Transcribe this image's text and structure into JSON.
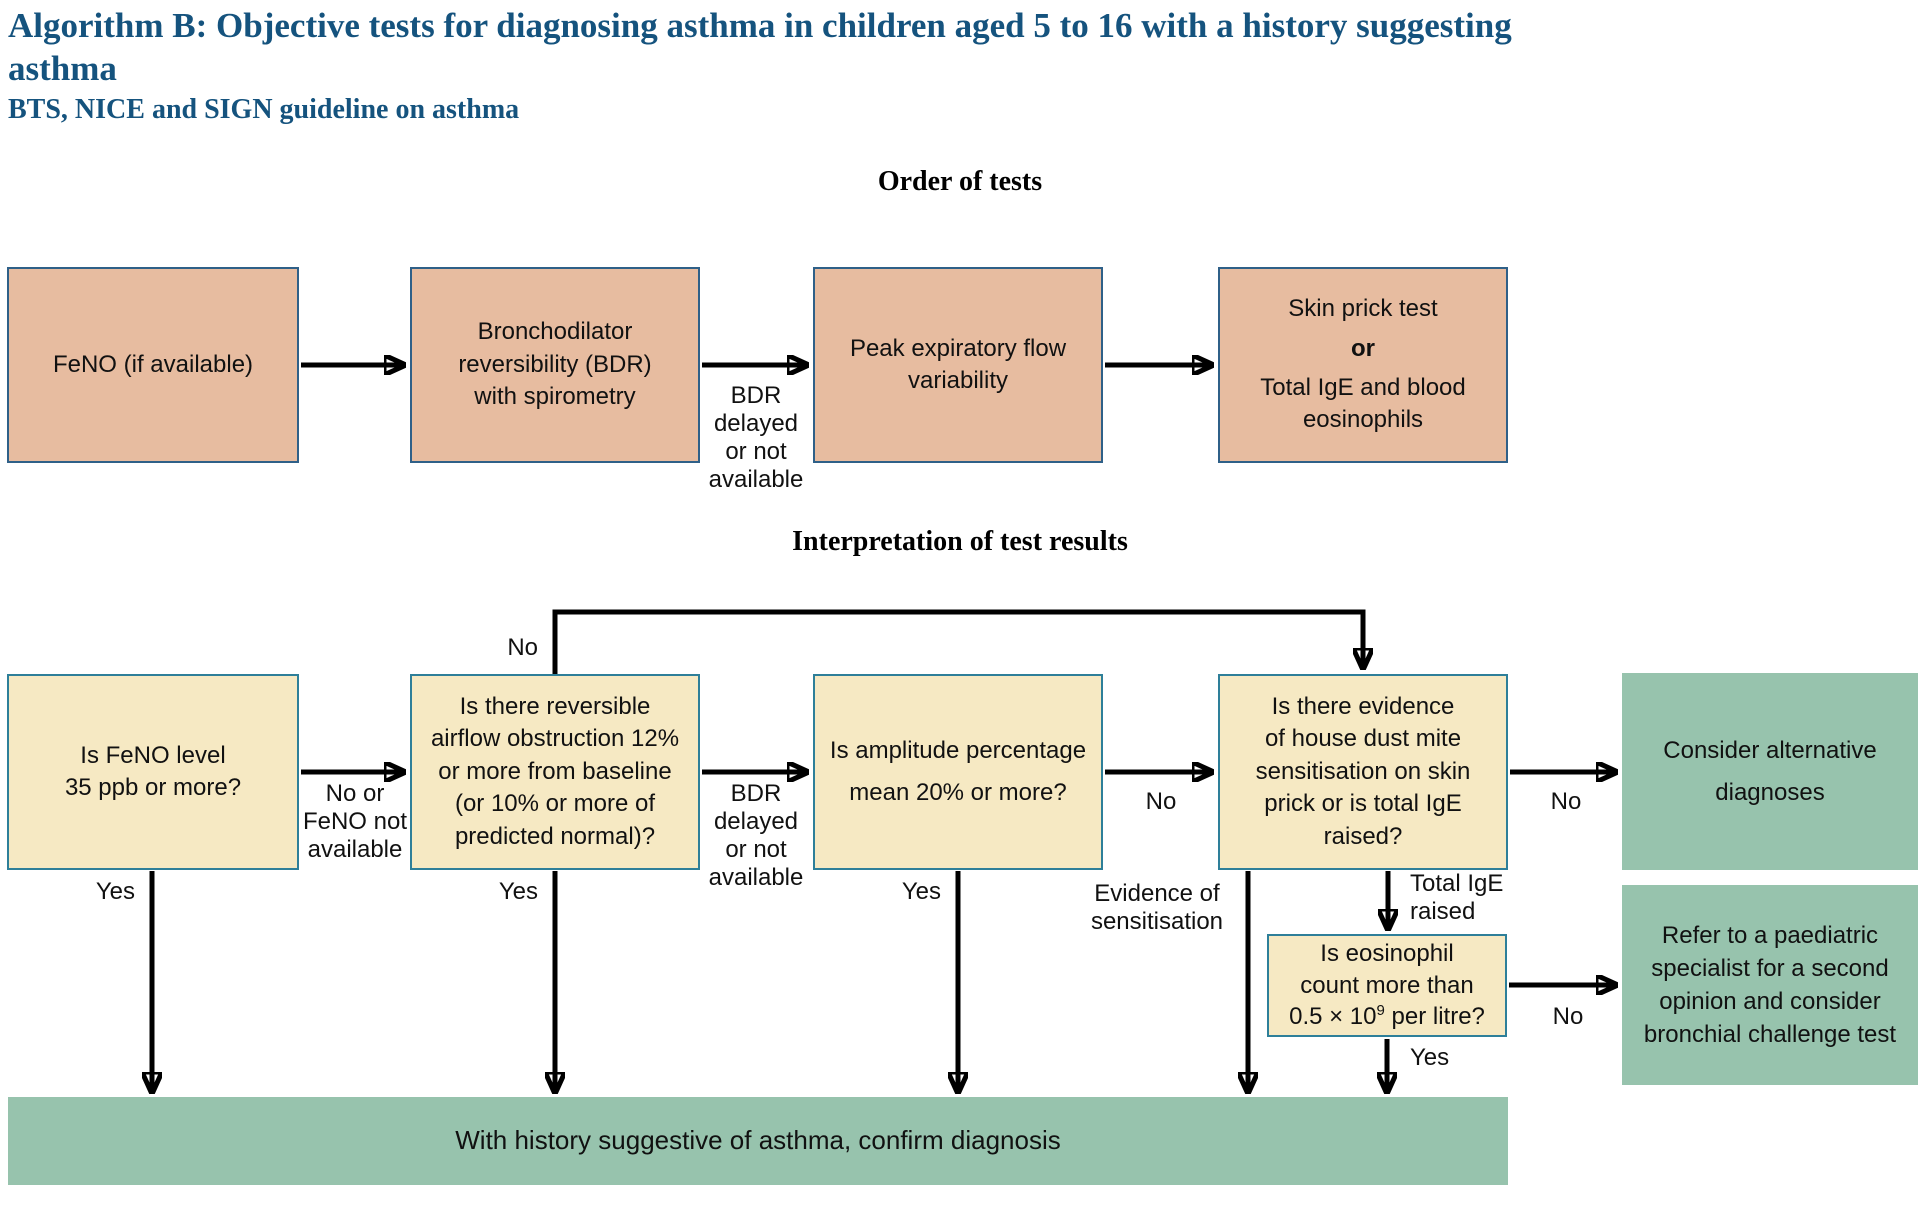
{
  "header": {
    "title": "Algorithm B: Objective tests for diagnosing asthma in children aged 5 to 16 with a history suggesting asthma",
    "subtitle": "BTS, NICE and SIGN guideline on asthma"
  },
  "sections": {
    "order_heading": "Order of tests",
    "interpretation_heading": "Interpretation of test results"
  },
  "order_row": {
    "feno": "FeNO (if available)",
    "bdr": "Bronchodilator\nreversibility (BDR)\nwith spirometry",
    "peak_flow": "Peak expiratory flow\nvariability",
    "skin_prick_line1": "Skin prick test",
    "skin_prick_or": "or",
    "skin_prick_line2": "Total IgE and blood\neosinophils",
    "bdr_delayed_label": "BDR\ndelayed\nor not\navailable"
  },
  "interpretation_row": {
    "feno_question": "Is FeNO level\n35 ppb or more?",
    "reversible_question": "Is there reversible\nairflow obstruction 12%\nor more from baseline\n(or 10% or more of\npredicted normal)?",
    "amplitude_question": "Is amplitude percentage\nmean 20% or more?",
    "dust_mite_question": "Is there evidence\nof house dust mite\nsensitisation on skin\nprick or is total IgE\nraised?",
    "eosinophil_question_part1": "Is eosinophil\ncount more than\n0.5 × 10",
    "eosinophil_question_sup": "9",
    "eosinophil_question_part2": " per litre?"
  },
  "labels": {
    "no_bypass": "No",
    "no_or_feno_not_available": "No or\nFeNO not\navailable",
    "bdr_delayed": "BDR\ndelayed\nor not\navailable",
    "no_amplitude": "No",
    "no_dust_mite": "No",
    "yes_feno": "Yes",
    "yes_reversible": "Yes",
    "yes_amplitude": "Yes",
    "evidence_of_sensitisation": "Evidence of\nsensitisation",
    "total_ige_raised": "Total IgE\nraised",
    "yes_eosinophil": "Yes",
    "no_eosinophil": "No"
  },
  "outcomes": {
    "alternative": "Consider alternative\ndiagnoses",
    "refer": "Refer to a paediatric\nspecialist for a second\nopinion and consider\nbronchial challenge test",
    "confirm": "With history suggestive of asthma, confirm diagnosis"
  },
  "colors": {
    "title_blue": "#15537e",
    "test_box_fill": "#e7bca0",
    "test_box_border": "#2f6088",
    "question_box_fill": "#f6e9c3",
    "question_box_border": "#2e7f99",
    "outcome_green": "#97c3ad",
    "line_black": "#000000"
  }
}
